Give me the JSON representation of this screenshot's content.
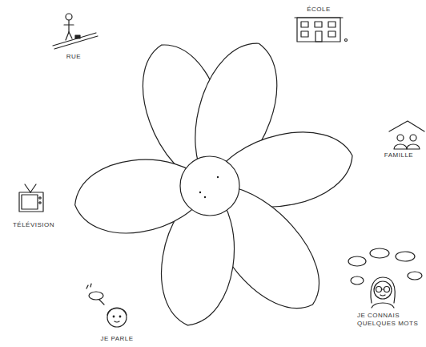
{
  "diagram": {
    "labels": [
      "RUE",
      "ÉCOLE",
      "FAMILLE",
      "TÉLÉVISION",
      "JE PARLE",
      "JE CONNAIS QUELQUES MOTS"
    ]
  }
}
